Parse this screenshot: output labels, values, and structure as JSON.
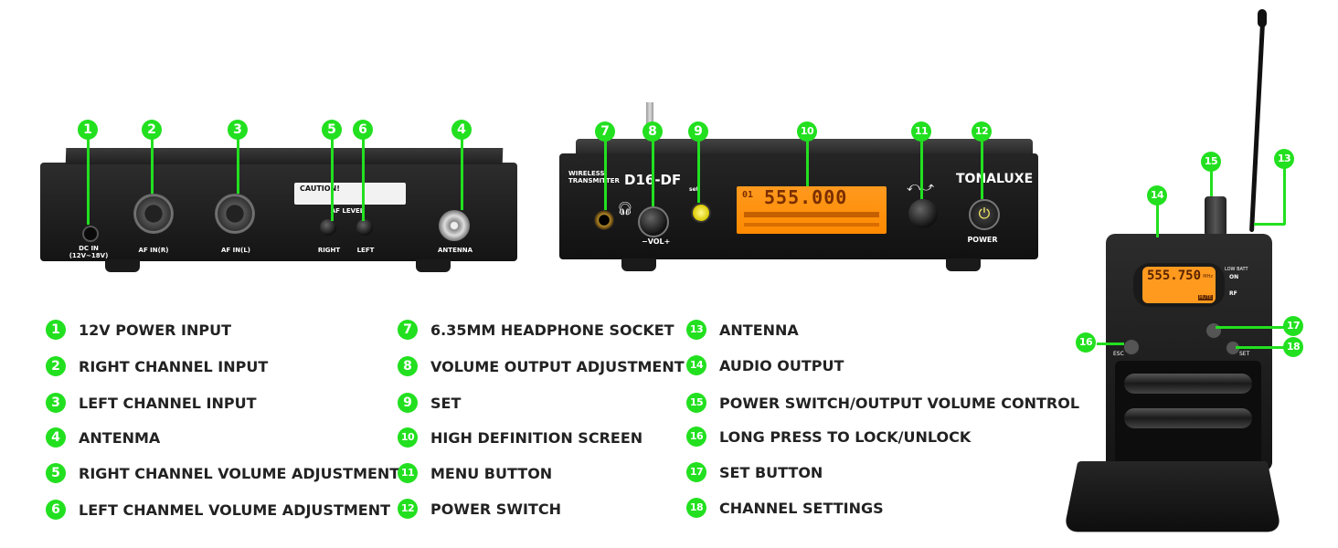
{
  "back_panel": {
    "dc_label": "DC IN\n(12V~18V)",
    "afin_r": "AF IN(R)",
    "afin_l": "AF IN(L)",
    "caution": "CAUTION!",
    "af_level": "AF LEVEL",
    "right": "RIGHT",
    "left": "LEFT",
    "antenna": "ANTENNA"
  },
  "front_panel": {
    "logo": "WIRELESS TRANSMITTER",
    "model": "D16-DF",
    "brand": "TONALUXE",
    "power": "POWER",
    "vol": "VOL",
    "set": "SET",
    "lcd_main": "555.000",
    "lcd_ch": "01"
  },
  "bodypack": {
    "lcd_freq": "555.750",
    "lcd_unit": "MHz",
    "lcd_mute": "MUTE",
    "low_batt": "LOW BATT",
    "on": "ON",
    "rf": "RF",
    "esc": "ESC",
    "set": "SET"
  },
  "callouts": [
    "1",
    "2",
    "3",
    "4",
    "5",
    "6",
    "7",
    "8",
    "9",
    "10",
    "11",
    "12",
    "13",
    "14",
    "15",
    "16",
    "17",
    "18"
  ],
  "legend": [
    {
      "num": "1",
      "text": "12V POWER INPUT"
    },
    {
      "num": "2",
      "text": "RIGHT CHANNEL INPUT"
    },
    {
      "num": "3",
      "text": "LEFT CHANNEL INPUT"
    },
    {
      "num": "4",
      "text": "ANTENMA"
    },
    {
      "num": "5",
      "text": "RIGHT CHANNEL VOLUME ADJUSTMENT"
    },
    {
      "num": "6",
      "text": "LEFT CHANMEL VOLUME  ADJUSTMENT"
    },
    {
      "num": "7",
      "text": "6.35MM HEADPHONE SOCKET"
    },
    {
      "num": "8",
      "text": "VOLUME OUTPUT ADJUSTMENT"
    },
    {
      "num": "9",
      "text": "SET"
    },
    {
      "num": "10",
      "text": "HIGH DEFINITION SCREEN"
    },
    {
      "num": "11",
      "text": "MENU BUTTON"
    },
    {
      "num": "12",
      "text": "POWER SWITCH"
    },
    {
      "num": "13",
      "text": "ANTENNA"
    },
    {
      "num": "14",
      "text": "AUDIO OUTPUT"
    },
    {
      "num": "15",
      "text": "POWER SWITCH/OUTPUT VOLUME CONTROL"
    },
    {
      "num": "16",
      "text": "LONG PRESS TO LOCK/UNLOCK"
    },
    {
      "num": "17",
      "text": "SET BUTTON"
    },
    {
      "num": "18",
      "text": "CHANNEL SETTINGS"
    }
  ],
  "colors": {
    "accent": "#22e01f",
    "lcd": "#ff9a1f",
    "device": "#1e1e1e"
  }
}
